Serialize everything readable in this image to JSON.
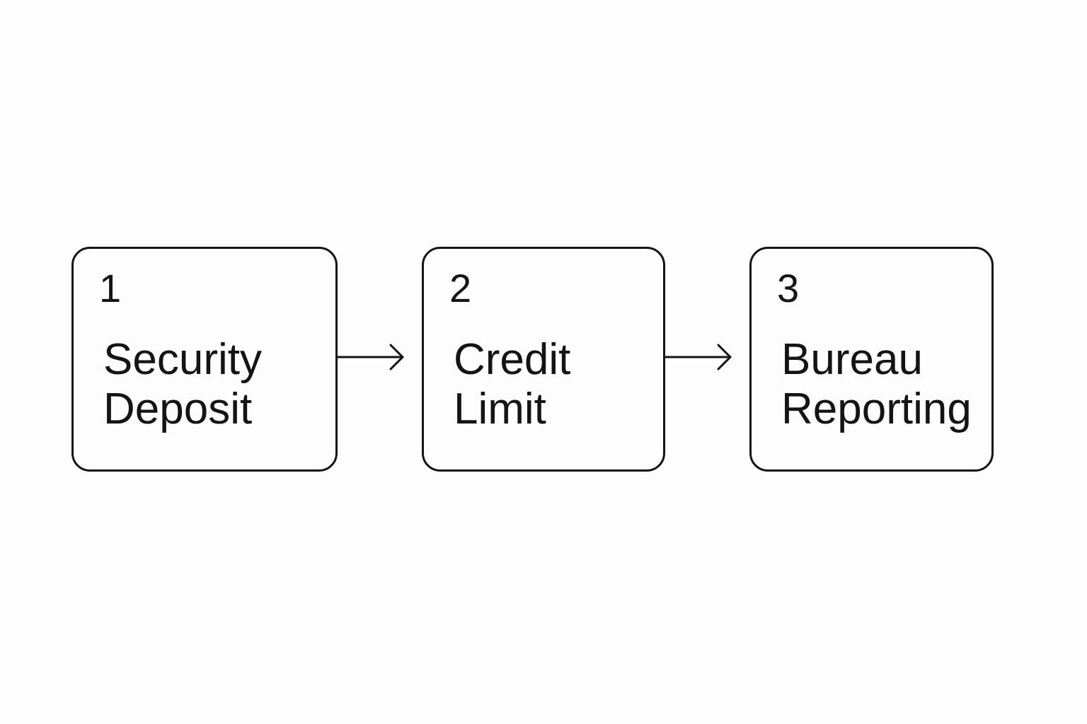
{
  "steps": [
    {
      "number": "1",
      "label_lines": [
        "Security",
        "Deposit"
      ]
    },
    {
      "number": "2",
      "label_lines": [
        "Credit",
        "Limit"
      ]
    },
    {
      "number": "3",
      "label_lines": [
        "Bureau",
        "Reporting"
      ]
    }
  ],
  "colors": {
    "stroke": "#141414",
    "background": "#fdfdfd"
  },
  "icons": {
    "connector": "arrow-right-icon"
  }
}
